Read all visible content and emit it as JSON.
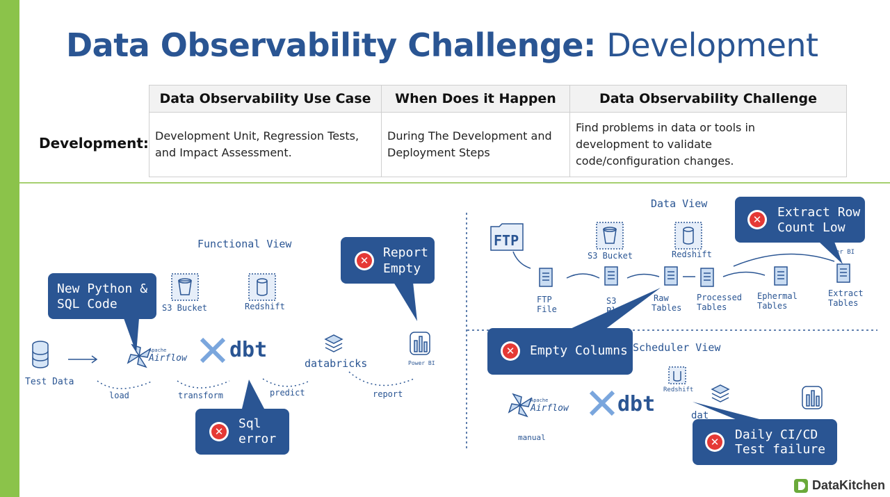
{
  "title": {
    "bold": "Data Observability Challenge:",
    "light": "Development"
  },
  "table": {
    "headers": [
      "Data Observability Use Case",
      "When Does it Happen",
      "Data Observability Challenge"
    ],
    "row_label": "Development:",
    "row": [
      [
        "Development Unit, Regression Tests,",
        "and Impact Assessment."
      ],
      [
        "During The Development and",
        "Deployment Steps"
      ],
      [
        "Find problems in data or tools in",
        "development to validate",
        "code/configuration changes."
      ]
    ]
  },
  "functional_view": {
    "title": "Functional View",
    "nodes": {
      "test_data": "Test Data",
      "airflow_small": "Apache",
      "airflow": "Airflow",
      "dbt": "dbt",
      "databricks": "databricks",
      "powerbi": "Power BI",
      "s3": "S3 Bucket",
      "redshift": "Redshift"
    },
    "edges": {
      "load": "load",
      "transform": "transform",
      "predict": "predict",
      "report": "report"
    }
  },
  "data_view": {
    "title": "Data View",
    "nodes": {
      "ftp": "FTP",
      "ftp_file_1": "FTP",
      "ftp_file_2": "File",
      "s3": "S3 Bucket",
      "s3_partial_1": "S3",
      "s3_partial_2": "Pl",
      "redshift": "Redshift",
      "raw_1": "Raw",
      "raw_2": "Tables",
      "processed_1": "Processed",
      "processed_2": "Tables",
      "ephermal_1": "Ephermal",
      "ephermal_2": "Tables",
      "extract_1": "Extract",
      "extract_2": "Tables",
      "powerbi_partial": "er BI"
    }
  },
  "scheduler_view": {
    "title": "Scheduler View",
    "nodes": {
      "redshift": "Redshift",
      "airflow_small": "Apache",
      "airflow": "Airflow",
      "dbt": "dbt",
      "databricks_partial": "dat",
      "manual": "manual"
    }
  },
  "callouts": {
    "new_code": [
      "New Python &",
      "SQL Code"
    ],
    "report_empty": [
      "Report",
      "Empty"
    ],
    "sql_error": [
      "Sql",
      "error"
    ],
    "extract_row": [
      "Extract Row",
      "Count Low"
    ],
    "empty_columns": "Empty Columns",
    "daily_ci": [
      "Daily CI/CD",
      "Test failure"
    ]
  },
  "logo": "DataKitchen",
  "colors": {
    "accent_blue": "#2a5593",
    "green_bar": "#8bc34a",
    "error_red": "#e53935"
  }
}
